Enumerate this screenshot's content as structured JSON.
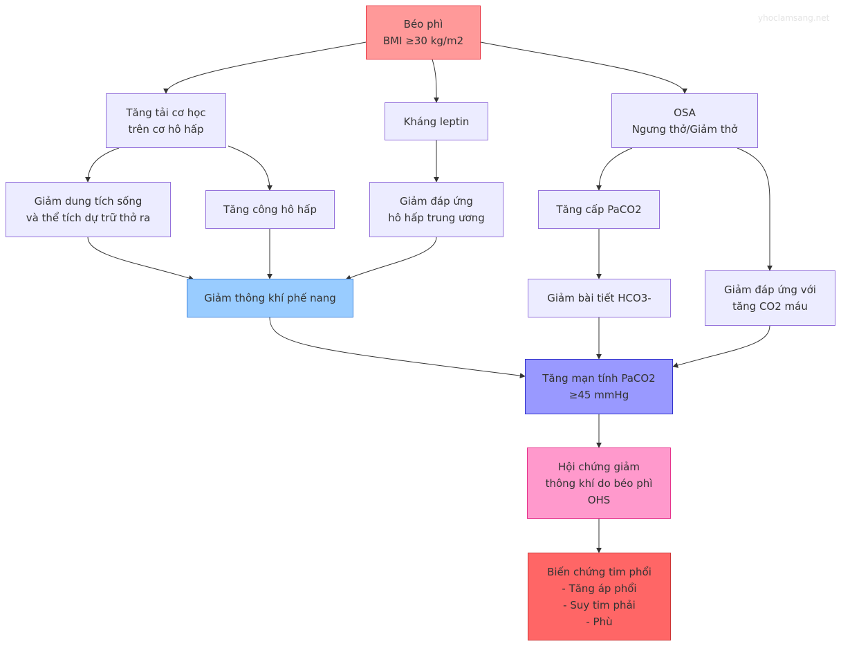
{
  "watermark": "yhoclamsang.net",
  "nodes": {
    "obesity": "Béo phì\nBMI ≥30 kg/m2",
    "mech_load": "Tăng tải cơ học\ntrên cơ hô hấp",
    "leptin": "Kháng leptin",
    "osa": "OSA\nNgưng thở/Giảm thở",
    "lung_volume": "Giảm dung tích sống\nvà thể tích dự trữ thở ra",
    "work_breathing": "Tăng công hô hấp",
    "central_drive": "Giảm đáp ứng\nhô hấp trung ương",
    "acute_paco2": "Tăng cấp PaCO2",
    "alveolar_hypo": "Giảm thông khí phế nang",
    "hco3": "Giảm bài tiết HCO3-",
    "co2_response": "Giảm đáp ứng với\ntăng CO2 máu",
    "chronic_paco2": "Tăng mạn tính PaCO2\n≥45 mmHg",
    "ohs": "Hội chứng giảm\nthông khí do béo phì\nOHS",
    "complications": "Biến chứng tim phổi\n- Tăng áp phổi\n- Suy tim phải\n- Phù"
  },
  "colors": {
    "default_fill": "#ECECFF",
    "default_border": "#9370DB",
    "obesity": "#FF9999",
    "alveolar_hypo": "#99CCFF",
    "chronic_paco2": "#9999FF",
    "ohs": "#FF99CC",
    "complications": "#FF6666",
    "edge": "#333333"
  },
  "edges": [
    [
      "obesity",
      "mech_load"
    ],
    [
      "obesity",
      "leptin"
    ],
    [
      "obesity",
      "osa"
    ],
    [
      "mech_load",
      "lung_volume"
    ],
    [
      "mech_load",
      "work_breathing"
    ],
    [
      "leptin",
      "central_drive"
    ],
    [
      "osa",
      "acute_paco2"
    ],
    [
      "osa",
      "co2_response"
    ],
    [
      "lung_volume",
      "alveolar_hypo"
    ],
    [
      "work_breathing",
      "alveolar_hypo"
    ],
    [
      "central_drive",
      "alveolar_hypo"
    ],
    [
      "acute_paco2",
      "hco3"
    ],
    [
      "alveolar_hypo",
      "chronic_paco2"
    ],
    [
      "hco3",
      "chronic_paco2"
    ],
    [
      "co2_response",
      "chronic_paco2"
    ],
    [
      "chronic_paco2",
      "ohs"
    ],
    [
      "ohs",
      "complications"
    ]
  ]
}
